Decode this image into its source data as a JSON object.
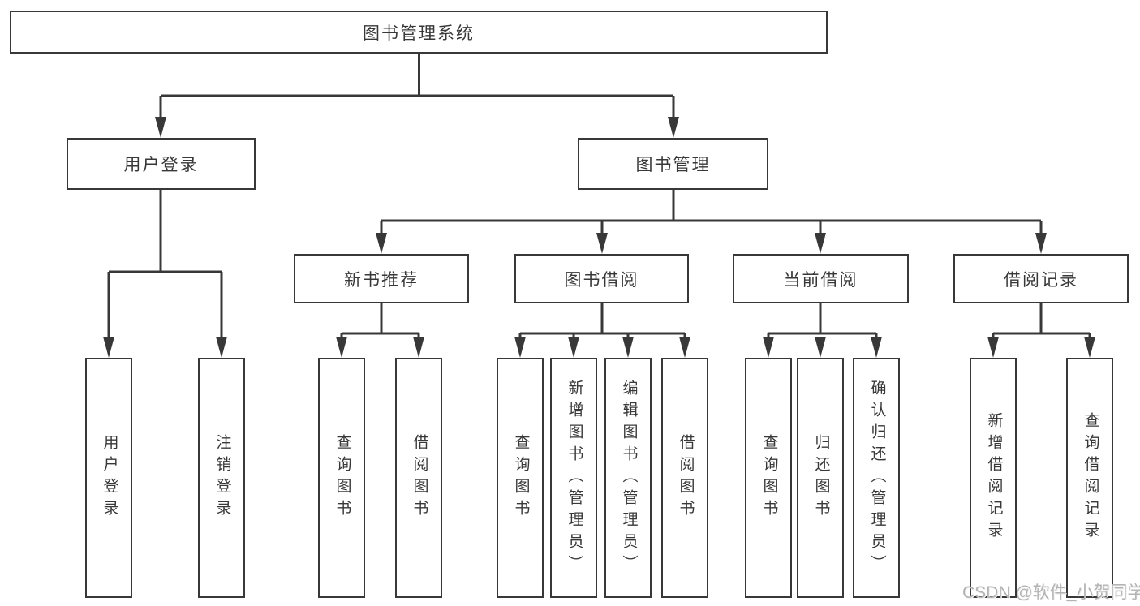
{
  "tree": {
    "label": "图书管理系统",
    "children": [
      {
        "label": "用户登录",
        "children": [
          {
            "label": "用户登录"
          },
          {
            "label": "注销登录"
          }
        ]
      },
      {
        "label": "图书管理",
        "children": [
          {
            "label": "新书推荐",
            "children": [
              {
                "label": "查询图书"
              },
              {
                "label": "借阅图书"
              }
            ]
          },
          {
            "label": "图书借阅",
            "children": [
              {
                "label": "查询图书"
              },
              {
                "label": "新增图书（管理员）"
              },
              {
                "label": "编辑图书（管理员）"
              },
              {
                "label": "借阅图书"
              }
            ]
          },
          {
            "label": "当前借阅",
            "children": [
              {
                "label": "查询图书"
              },
              {
                "label": "归还图书"
              },
              {
                "label": "确认归还（管理员）"
              }
            ]
          },
          {
            "label": "借阅记录",
            "children": [
              {
                "label": "新增借阅记录"
              },
              {
                "label": "查询借阅记录"
              }
            ]
          }
        ]
      }
    ]
  },
  "watermark": "CSDN @软件_小贺同学",
  "colors": {
    "line": "#383838",
    "text": "#383838",
    "watermark": "#b3b3b3",
    "background": "#ffffff"
  }
}
